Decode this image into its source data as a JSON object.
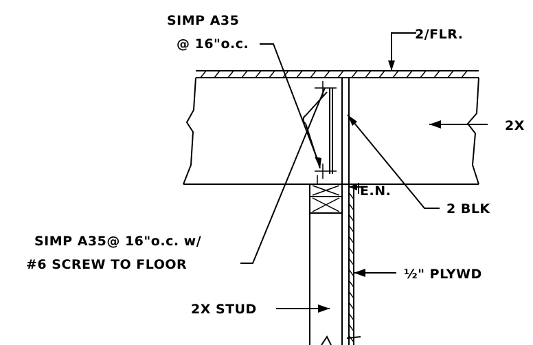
{
  "labels": {
    "simp_top_1": "SIMP A35",
    "simp_top_2": "@ 16\"o.c.",
    "floor": "2/FLR.",
    "joist": "2X",
    "en": "E.N.",
    "blk": "2 BLK",
    "simp_bottom_1": "SIMP A35@ 16\"o.c. w/",
    "simp_bottom_2": "#6 SCREW TO FLOOR",
    "plywood": "½\" PLYWD",
    "stud": "2X STUD"
  },
  "colors": {
    "line": "#000000",
    "background": "#ffffff"
  }
}
